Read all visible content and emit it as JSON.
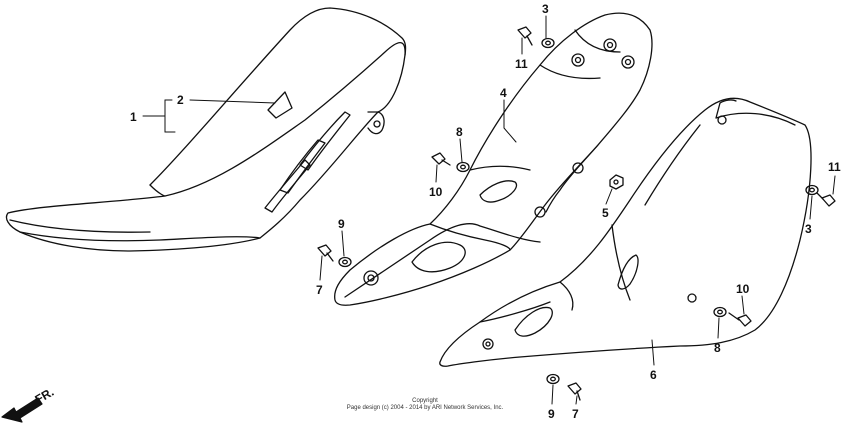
{
  "callouts": [
    {
      "id": "c1",
      "label": "1"
    },
    {
      "id": "c2",
      "label": "2"
    },
    {
      "id": "c3a",
      "label": "3"
    },
    {
      "id": "c3b",
      "label": "3"
    },
    {
      "id": "c4",
      "label": "4"
    },
    {
      "id": "c5",
      "label": "5"
    },
    {
      "id": "c6",
      "label": "6"
    },
    {
      "id": "c7a",
      "label": "7"
    },
    {
      "id": "c7b",
      "label": "7"
    },
    {
      "id": "c8a",
      "label": "8"
    },
    {
      "id": "c8b",
      "label": "8"
    },
    {
      "id": "c9a",
      "label": "9"
    },
    {
      "id": "c9b",
      "label": "9"
    },
    {
      "id": "c10a",
      "label": "10"
    },
    {
      "id": "c10b",
      "label": "10"
    },
    {
      "id": "c11a",
      "label": "11"
    },
    {
      "id": "c11b",
      "label": "11"
    }
  ],
  "front_indicator": "FR.",
  "copyright": {
    "line1": "Copyright",
    "line2": "Page design (c) 2004 - 2014 by ARI Network Services, Inc."
  }
}
